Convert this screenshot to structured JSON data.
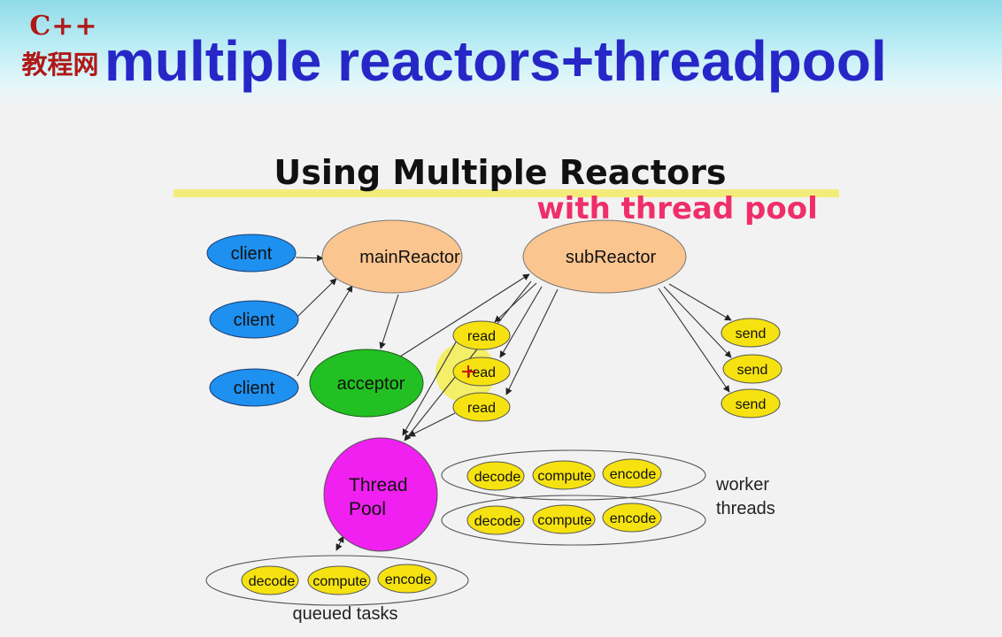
{
  "logo": {
    "cpp": "C++",
    "cn": "教程网"
  },
  "slide_title": "multiple reactors+threadpool",
  "diagram": {
    "heading": "Using Multiple Reactors",
    "subheading": "with thread pool",
    "nodes": {
      "client_1": "client",
      "client_2": "client",
      "client_3": "client",
      "main_reactor": "mainReactor",
      "sub_reactor": "subReactor",
      "acceptor": "acceptor",
      "read_1": "read",
      "read_2": "read",
      "read_3": "read",
      "send_1": "send",
      "send_2": "send",
      "send_3": "send",
      "thread_pool_line1": "Thread",
      "thread_pool_line2": "Pool",
      "worker_1_decode": "decode",
      "worker_1_compute": "compute",
      "worker_1_encode": "encode",
      "worker_2_decode": "decode",
      "worker_2_compute": "compute",
      "worker_2_encode": "encode",
      "queued_decode": "decode",
      "queued_compute": "compute",
      "queued_encode": "encode"
    },
    "labels": {
      "worker_threads_line1": "worker",
      "worker_threads_line2": "threads",
      "queued_tasks": "queued tasks"
    },
    "colors": {
      "client": "#1e90ef",
      "reactor": "#fbc590",
      "acceptor": "#22c022",
      "task": "#f6e210",
      "thread_pool": "#f020f0",
      "title": "#2727c8",
      "subheading": "#ef2e6a",
      "highlight": "#f4ec7a"
    }
  }
}
